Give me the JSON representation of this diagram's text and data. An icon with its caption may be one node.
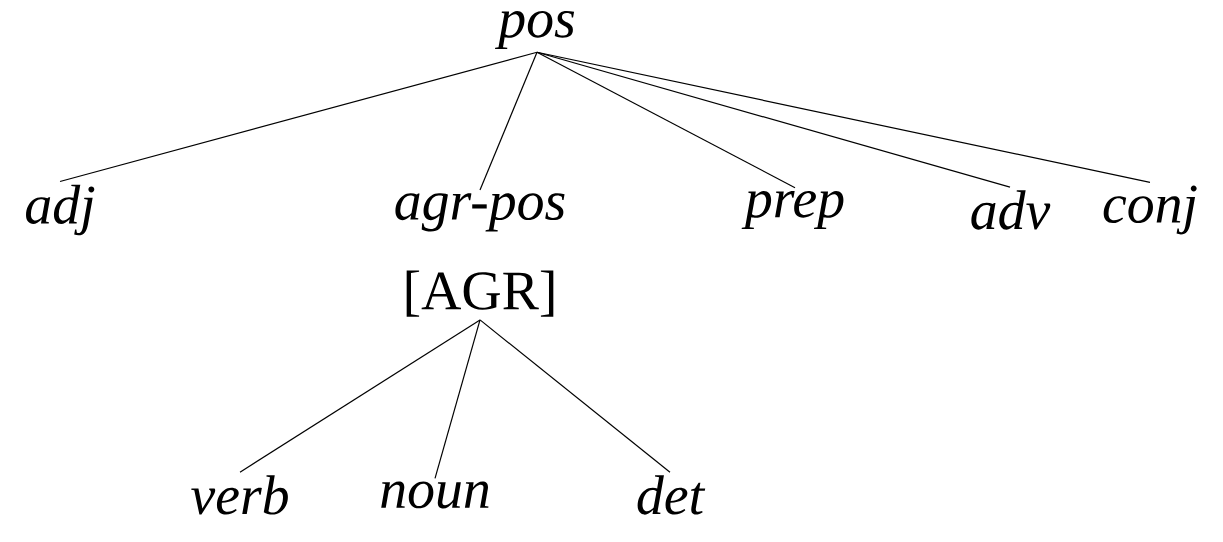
{
  "diagram": {
    "nodes": [
      {
        "text": [
          "pos"
        ]
      },
      {
        "text": [
          "adj"
        ]
      },
      {
        "text": [
          "agr-pos",
          "[AGR]"
        ]
      },
      {
        "text": [
          "prep"
        ]
      },
      {
        "text": [
          "adv"
        ]
      },
      {
        "text": [
          "conj"
        ]
      },
      {
        "text": [
          "verb"
        ]
      },
      {
        "text": [
          "noun"
        ]
      },
      {
        "text": [
          "det"
        ]
      }
    ],
    "edges": [
      {
        "from": 0,
        "to": 1,
        "arrow": "none"
      },
      {
        "from": 0,
        "to": 2,
        "arrow": "none"
      },
      {
        "from": 0,
        "to": 3,
        "arrow": "none"
      },
      {
        "from": 0,
        "to": 4,
        "arrow": "none"
      },
      {
        "from": 0,
        "to": 5,
        "arrow": "none"
      },
      {
        "from": 2,
        "to": 6,
        "arrow": "none"
      },
      {
        "from": 2,
        "to": 7,
        "arrow": "none"
      },
      {
        "from": 2,
        "to": 8,
        "arrow": "none"
      }
    ]
  }
}
